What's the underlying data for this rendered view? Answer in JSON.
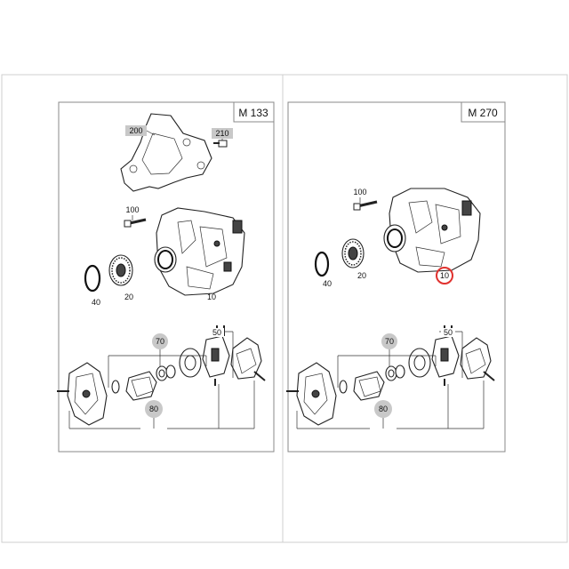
{
  "panels": {
    "left": {
      "title": "M 133",
      "callouts": {
        "c200": "200",
        "c210": "210",
        "c100": "100",
        "c40": "40",
        "c20": "20",
        "c10": "10",
        "c70": "70",
        "c50": "50",
        "c80": "80"
      }
    },
    "right": {
      "title": "M 270",
      "callouts": {
        "c100": "100",
        "c40": "40",
        "c20": "20",
        "c10": "10",
        "c70": "70",
        "c50": "50",
        "c80": "80"
      },
      "highlighted": "10"
    }
  },
  "colors": {
    "highlight_ring": "#e0312e",
    "callout_shaded": "#c8c8c8",
    "frame": "#cfcfcf"
  }
}
